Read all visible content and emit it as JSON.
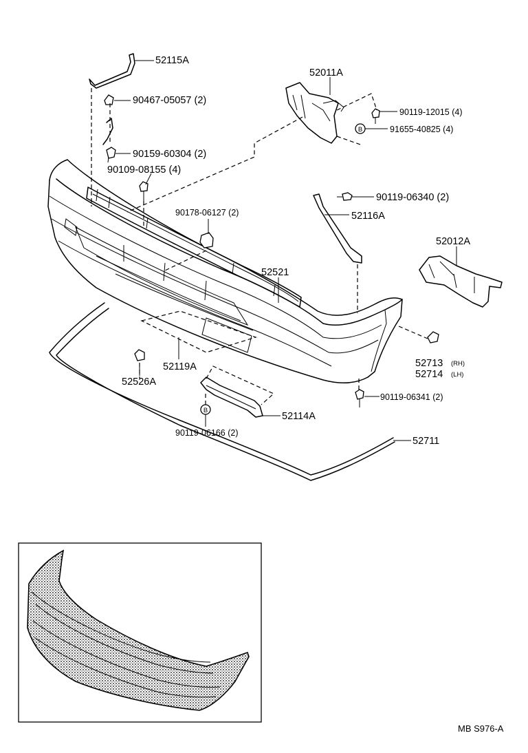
{
  "labels": {
    "p52115A": "52115A",
    "p90467": "90467-05057 (2)",
    "p52011A": "52011A",
    "p90119_12015": "90119-12015 (4)",
    "p91655": "91655-40825 (4)",
    "p90159": "90159-60304 (2)",
    "p90109": "90109-08155 (4)",
    "p90119_06340": "90119-06340 (2)",
    "p90178": "90178-06127 (2)",
    "p52116A": "52116A",
    "p52012A": "52012A",
    "p52521": "52521",
    "p52713": "52713",
    "p52713_side": "(RH)",
    "p52714": "52714",
    "p52714_side": "(LH)",
    "p52119A": "52119A",
    "p52526A": "52526A",
    "p90119_06341": "90119-06341 (2)",
    "p52114A": "52114A",
    "p90119_06166": "90119-06166 (2)",
    "p52711": "52711"
  },
  "badge_letter": "B",
  "figure_code": "MB  S976-A"
}
